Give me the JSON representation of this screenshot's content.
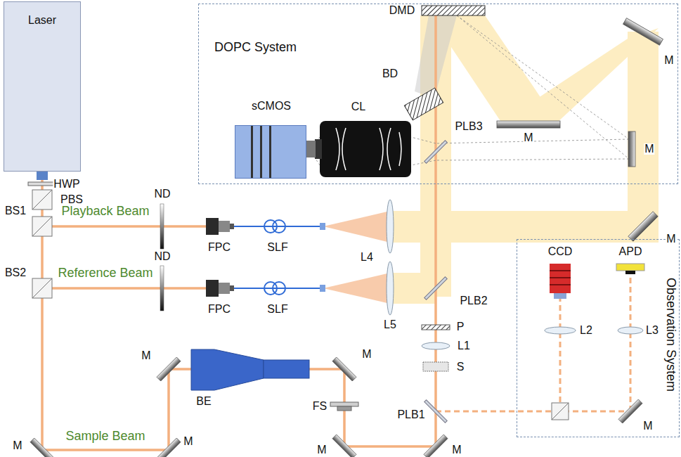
{
  "diagram": {
    "nodes": [
      {
        "text": [
          "Laser"
        ]
      },
      {
        "text": [
          "DOPC System"
        ]
      },
      {
        "text": [
          "sCMOS"
        ],
        "in": 1
      },
      {
        "text": [
          "Observation System"
        ]
      }
    ],
    "labels": [
      "HWP",
      "PBS",
      "BS1",
      "ND",
      "Playback Beam",
      "FPC",
      "SLF",
      "L4",
      "BS2",
      "ND",
      "Reference Beam",
      "FPC",
      "SLF",
      "L5",
      "Sample Beam",
      "BE",
      "FS",
      "DMD",
      "BD",
      "CL",
      "PLB3",
      "PLB2",
      "P",
      "L1",
      "S",
      "PLB1",
      "CCD",
      "APD",
      "L2",
      "L3",
      "M",
      "M",
      "M",
      "M",
      "M",
      "M",
      "M",
      "M",
      "M",
      "M",
      "M"
    ]
  }
}
